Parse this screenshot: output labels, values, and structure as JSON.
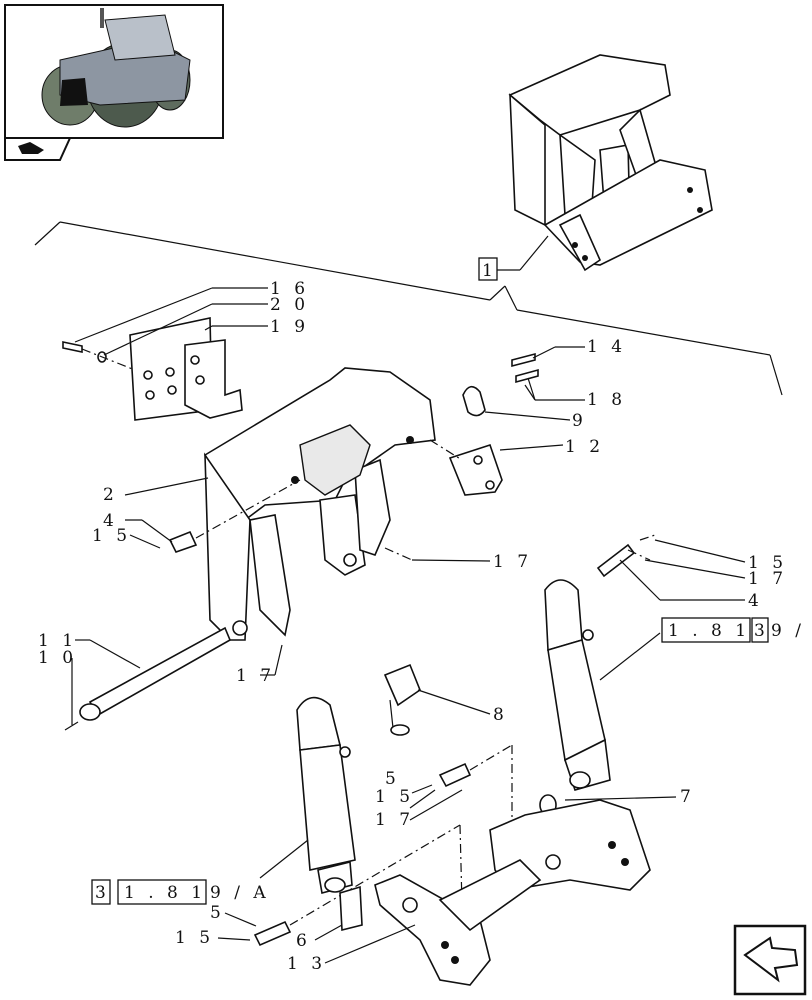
{
  "diagram": {
    "main_ref": "1",
    "ref_top": {
      "parts": [
        "1 . 8 1",
        "3",
        "9 /"
      ]
    },
    "ref_bottom": {
      "parts": [
        "3",
        "1 . 8 1",
        "9 / A"
      ]
    },
    "callouts": {
      "c16": "1 6",
      "c20": "2 0",
      "c19": "1 9",
      "c14": "1 4",
      "c18": "1 8",
      "c9": "9",
      "c12": "1 2",
      "c2": "2",
      "c4a": "4",
      "c15a": "1 5",
      "c17a": "1 7",
      "c15b": "1 5",
      "c17b": "1 7",
      "c4b": "4",
      "c11": "1 1",
      "c10": "1 0",
      "c17c": "1 7",
      "c8": "8",
      "c5a": "5",
      "c15c": "1 5",
      "c17d": "1 7",
      "c7": "7",
      "c5b": "5",
      "c15d": "1 5",
      "c6": "6",
      "c13": "1 3"
    }
  },
  "icons": {
    "thumbnail": "tractor-thumbnail-icon",
    "section": "section-symbol-icon",
    "nav": "next-page-arrow-icon"
  }
}
